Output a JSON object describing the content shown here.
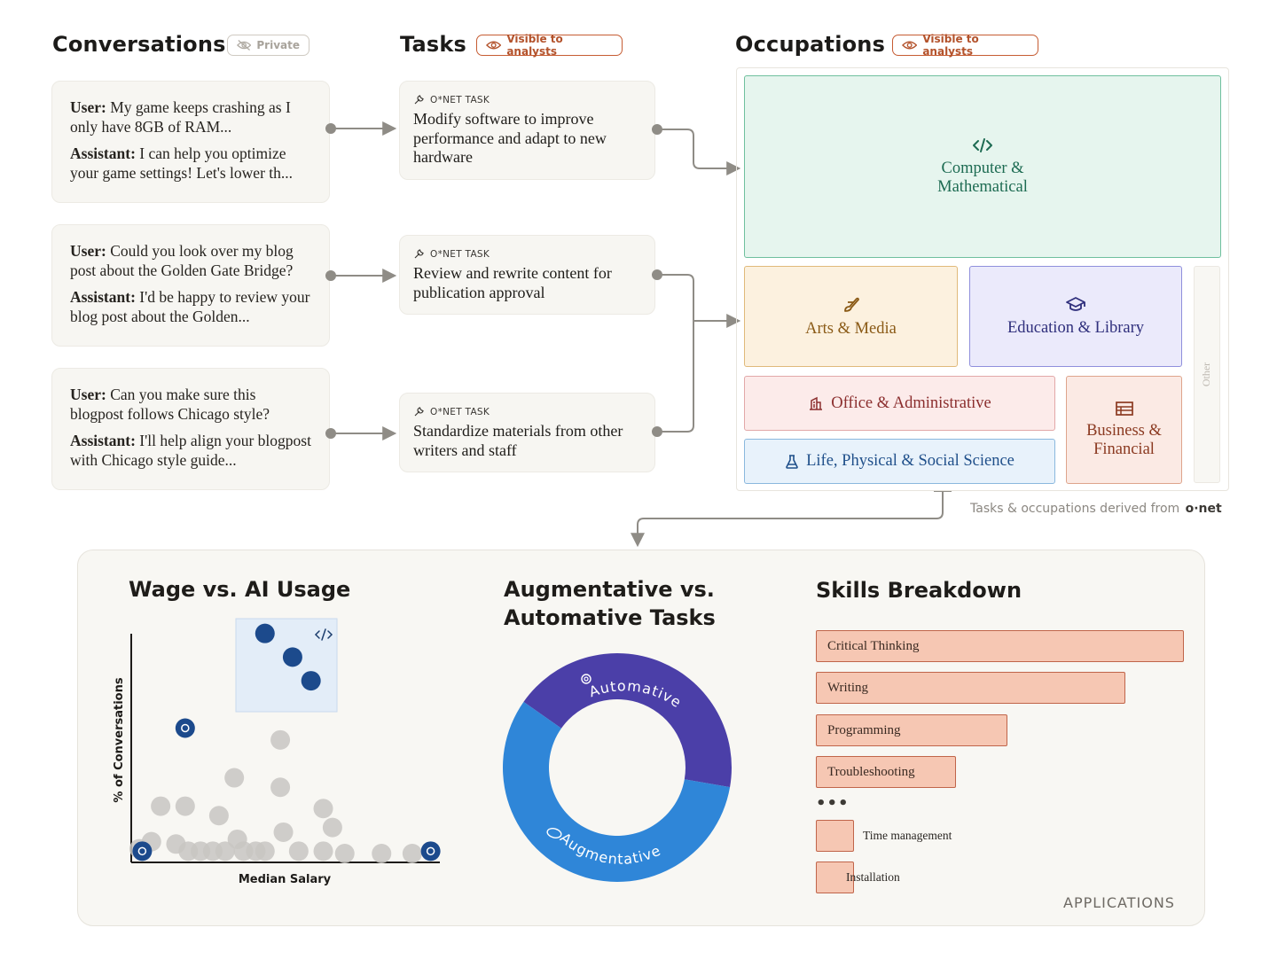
{
  "headers": {
    "conversations": "Conversations",
    "conversations_badge": "Private",
    "tasks": "Tasks",
    "tasks_badge": "Visible to analysts",
    "occupations": "Occupations",
    "occupations_badge": "Visible to analysts"
  },
  "conversations": [
    {
      "user_label": "User:",
      "user_text": " My game keeps crashing as I only have 8GB of RAM...",
      "assistant_label": "Assistant:",
      "assistant_text": " I can help you optimize your game settings! Let's lower th..."
    },
    {
      "user_label": "User:",
      "user_text": "  Could you look over my blog post about the Golden Gate Bridge?",
      "assistant_label": "Assistant:",
      "assistant_text": " I'd be happy to review your blog post about the Golden..."
    },
    {
      "user_label": "User:",
      "user_text": " Can you make sure this blogpost follows Chicago style?",
      "assistant_label": "Assistant:",
      "assistant_text": " I'll help align your blogpost with Chicago style guide..."
    }
  ],
  "tasks": [
    {
      "tag": "O*NET TASK",
      "text": "Modify software to improve performance and adapt to new hardware"
    },
    {
      "tag": "O*NET TASK",
      "text": "Review and rewrite content for publication approval"
    },
    {
      "tag": "O*NET TASK",
      "text": "Standardize materials from other writers and staff"
    }
  ],
  "occupations": {
    "computer": {
      "label": "Computer & Mathematical",
      "icon": "code-icon",
      "color": "#e6f5ee",
      "border": "#6fc09e",
      "text": "#1d6b52"
    },
    "arts": {
      "label": "Arts & Media",
      "icon": "brush-icon",
      "color": "#fcf1df",
      "border": "#e0b97a",
      "text": "#8a5a16"
    },
    "education": {
      "label": "Education & Library",
      "icon": "graduation-cap-icon",
      "color": "#ebeafb",
      "border": "#8f8fdc",
      "text": "#2f2f7c"
    },
    "office": {
      "label": "Office & Administrative",
      "icon": "building-icon",
      "color": "#fcebea",
      "border": "#e2a8a8",
      "text": "#8b2e2e"
    },
    "life": {
      "label": "Life, Physical & Social Science",
      "icon": "flask-icon",
      "color": "#e8f2fb",
      "border": "#8ab8de",
      "text": "#1f4f8a"
    },
    "business": {
      "label": "Business & Financial",
      "icon": "table-icon",
      "color": "#fbeae4",
      "border": "#dea48c",
      "text": "#8b3a21"
    },
    "other": {
      "label": "Other"
    }
  },
  "source_note": "Tasks & occupations derived from",
  "source_brand": "o·net",
  "panel": {
    "wage_title": "Wage vs. AI Usage",
    "aug_title_line1": "Augmentative vs.",
    "aug_title_line2": "Automative Tasks",
    "skills_title": "Skills Breakdown",
    "footer_text": "APPLICATIONS"
  },
  "chart_data": [
    {
      "type": "scatter",
      "title": "Wage vs. AI Usage",
      "xlabel": "Median Salary",
      "ylabel": "% of Conversations",
      "highlight": [
        {
          "x": 0.43,
          "y": 0.96
        },
        {
          "x": 0.52,
          "y": 0.86
        },
        {
          "x": 0.58,
          "y": 0.76
        }
      ],
      "gray": [
        {
          "x": 0.48,
          "y": 0.51
        },
        {
          "x": 0.33,
          "y": 0.35
        },
        {
          "x": 0.48,
          "y": 0.31
        },
        {
          "x": 0.09,
          "y": 0.23
        },
        {
          "x": 0.17,
          "y": 0.23
        },
        {
          "x": 0.28,
          "y": 0.19
        },
        {
          "x": 0.62,
          "y": 0.22
        },
        {
          "x": 0.65,
          "y": 0.14
        },
        {
          "x": 0.49,
          "y": 0.12
        },
        {
          "x": 0.34,
          "y": 0.09
        },
        {
          "x": 0.06,
          "y": 0.08
        },
        {
          "x": 0.14,
          "y": 0.07
        },
        {
          "x": 0.02,
          "y": 0.05
        },
        {
          "x": 0.18,
          "y": 0.04
        },
        {
          "x": 0.22,
          "y": 0.04
        },
        {
          "x": 0.26,
          "y": 0.04
        },
        {
          "x": 0.3,
          "y": 0.04
        },
        {
          "x": 0.36,
          "y": 0.04
        },
        {
          "x": 0.4,
          "y": 0.04
        },
        {
          "x": 0.43,
          "y": 0.04
        },
        {
          "x": 0.54,
          "y": 0.04
        },
        {
          "x": 0.62,
          "y": 0.04
        },
        {
          "x": 0.69,
          "y": 0.03
        },
        {
          "x": 0.81,
          "y": 0.03
        },
        {
          "x": 0.91,
          "y": 0.03
        }
      ],
      "icon_points": [
        {
          "x": 0.17,
          "y": 0.56,
          "icon": "graduation-cap-icon"
        },
        {
          "x": 0.03,
          "y": 0.04,
          "icon": "footprints-icon"
        },
        {
          "x": 0.97,
          "y": 0.04,
          "icon": "stethoscope-icon"
        }
      ],
      "highlight_icon": "code-icon"
    },
    {
      "type": "pie",
      "title": "Augmentative vs. Automative Tasks",
      "labels": [
        "Automative",
        "Augmentative"
      ],
      "values": [
        43,
        57
      ],
      "colors": [
        "#4b3fa8",
        "#2f86d8"
      ],
      "donut": true
    },
    {
      "type": "bar",
      "title": "Skills Breakdown",
      "categories": [
        "Critical Thinking",
        "Writing",
        "Programming",
        "Troubleshooting",
        "Time management",
        "Installation"
      ],
      "values": [
        100,
        84,
        52,
        38,
        10,
        6
      ],
      "gap_after_index": 3,
      "orientation": "horizontal"
    }
  ]
}
